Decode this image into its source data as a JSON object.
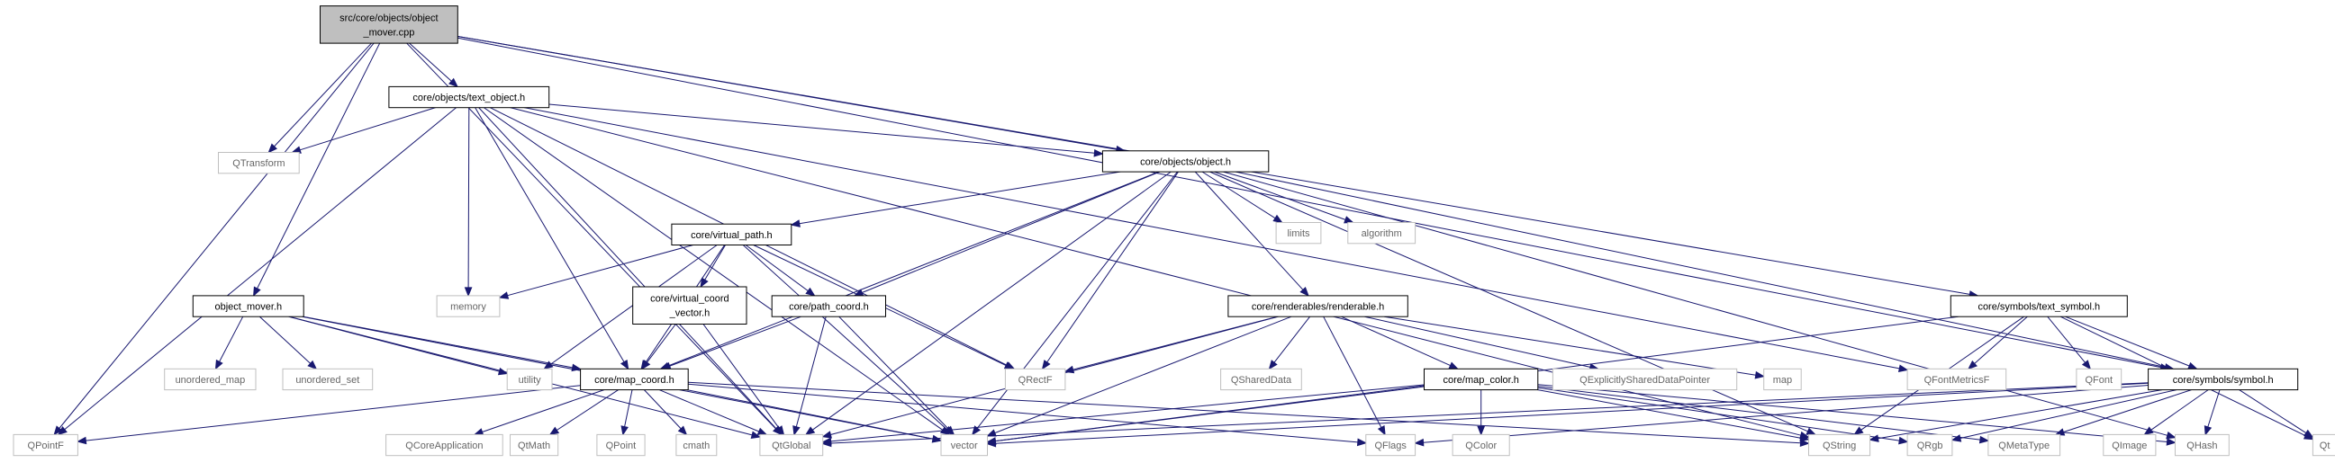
{
  "nodes": [
    {
      "id": "main",
      "lines": [
        "src/core/objects/object",
        "_mover.cpp"
      ],
      "kind": "main"
    },
    {
      "id": "text_object",
      "lines": [
        "core/objects/text_object.h"
      ],
      "kind": "internal"
    },
    {
      "id": "qtransform",
      "lines": [
        "QTransform"
      ],
      "kind": "external"
    },
    {
      "id": "object_h",
      "lines": [
        "core/objects/object.h"
      ],
      "kind": "internal"
    },
    {
      "id": "virtual_path",
      "lines": [
        "core/virtual_path.h"
      ],
      "kind": "internal"
    },
    {
      "id": "limits",
      "lines": [
        "limits"
      ],
      "kind": "external"
    },
    {
      "id": "algorithm",
      "lines": [
        "algorithm"
      ],
      "kind": "external"
    },
    {
      "id": "memory",
      "lines": [
        "memory"
      ],
      "kind": "external"
    },
    {
      "id": "virtual_coord",
      "lines": [
        "core/virtual_coord",
        "_vector.h"
      ],
      "kind": "internal"
    },
    {
      "id": "path_coord",
      "lines": [
        "core/path_coord.h"
      ],
      "kind": "internal"
    },
    {
      "id": "renderable",
      "lines": [
        "core/renderables/renderable.h"
      ],
      "kind": "internal"
    },
    {
      "id": "text_symbol",
      "lines": [
        "core/symbols/text_symbol.h"
      ],
      "kind": "internal"
    },
    {
      "id": "object_mover",
      "lines": [
        "object_mover.h"
      ],
      "kind": "internal"
    },
    {
      "id": "unordered_map",
      "lines": [
        "unordered_map"
      ],
      "kind": "external"
    },
    {
      "id": "unordered_set",
      "lines": [
        "unordered_set"
      ],
      "kind": "external"
    },
    {
      "id": "utility",
      "lines": [
        "utility"
      ],
      "kind": "external"
    },
    {
      "id": "map_coord",
      "lines": [
        "core/map_coord.h"
      ],
      "kind": "internal"
    },
    {
      "id": "qrectf",
      "lines": [
        "QRectF"
      ],
      "kind": "external"
    },
    {
      "id": "qshareddata",
      "lines": [
        "QSharedData"
      ],
      "kind": "external"
    },
    {
      "id": "map_color",
      "lines": [
        "core/map_color.h"
      ],
      "kind": "internal"
    },
    {
      "id": "qexplicit",
      "lines": [
        "QExplicitlySharedDataPointer"
      ],
      "kind": "external"
    },
    {
      "id": "map",
      "lines": [
        "map"
      ],
      "kind": "external"
    },
    {
      "id": "qfontmetricsf",
      "lines": [
        "QFontMetricsF"
      ],
      "kind": "external"
    },
    {
      "id": "qfont",
      "lines": [
        "QFont"
      ],
      "kind": "external"
    },
    {
      "id": "symbol_h",
      "lines": [
        "core/symbols/symbol.h"
      ],
      "kind": "internal"
    },
    {
      "id": "qt",
      "lines": [
        "Qt"
      ],
      "kind": "external"
    },
    {
      "id": "qpointf",
      "lines": [
        "QPointF"
      ],
      "kind": "external"
    },
    {
      "id": "qcoreapp",
      "lines": [
        "QCoreApplication"
      ],
      "kind": "external"
    },
    {
      "id": "qtmath",
      "lines": [
        "QtMath"
      ],
      "kind": "external"
    },
    {
      "id": "qpoint",
      "lines": [
        "QPoint"
      ],
      "kind": "external"
    },
    {
      "id": "cmath",
      "lines": [
        "cmath"
      ],
      "kind": "external"
    },
    {
      "id": "qtglobal",
      "lines": [
        "QtGlobal"
      ],
      "kind": "external"
    },
    {
      "id": "vector",
      "lines": [
        "vector"
      ],
      "kind": "external"
    },
    {
      "id": "qflags",
      "lines": [
        "QFlags"
      ],
      "kind": "external"
    },
    {
      "id": "qcolor",
      "lines": [
        "QColor"
      ],
      "kind": "external"
    },
    {
      "id": "qstring",
      "lines": [
        "QString"
      ],
      "kind": "external"
    },
    {
      "id": "qrgb",
      "lines": [
        "QRgb"
      ],
      "kind": "external"
    },
    {
      "id": "qmetatype",
      "lines": [
        "QMetaType"
      ],
      "kind": "external"
    },
    {
      "id": "qimage",
      "lines": [
        "QImage"
      ],
      "kind": "external"
    },
    {
      "id": "qhash",
      "lines": [
        "QHash"
      ],
      "kind": "external"
    }
  ],
  "edges": [
    [
      "main",
      "text_object"
    ],
    [
      "main",
      "qtransform"
    ],
    [
      "main",
      "object_h"
    ],
    [
      "main",
      "object_mover"
    ],
    [
      "main",
      "text_symbol"
    ],
    [
      "main",
      "symbol_h"
    ],
    [
      "main",
      "qpointf"
    ],
    [
      "main",
      "qtglobal"
    ],
    [
      "text_object",
      "qtransform"
    ],
    [
      "text_object",
      "object_h"
    ],
    [
      "text_object",
      "memory"
    ],
    [
      "text_object",
      "map_coord"
    ],
    [
      "text_object",
      "qrectf"
    ],
    [
      "text_object",
      "qfontmetricsf"
    ],
    [
      "text_object",
      "qpointf"
    ],
    [
      "text_object",
      "qtglobal"
    ],
    [
      "text_object",
      "vector"
    ],
    [
      "text_object",
      "qstring"
    ],
    [
      "object_h",
      "virtual_path"
    ],
    [
      "object_h",
      "limits"
    ],
    [
      "object_h",
      "algorithm"
    ],
    [
      "object_h",
      "path_coord"
    ],
    [
      "object_h",
      "renderable"
    ],
    [
      "object_h",
      "map_coord"
    ],
    [
      "object_h",
      "qrectf"
    ],
    [
      "object_h",
      "symbol_h"
    ],
    [
      "object_h",
      "qtglobal"
    ],
    [
      "object_h",
      "vector"
    ],
    [
      "object_h",
      "qstring"
    ],
    [
      "object_h",
      "qhash"
    ],
    [
      "virtual_path",
      "memory"
    ],
    [
      "virtual_path",
      "virtual_coord"
    ],
    [
      "virtual_path",
      "path_coord"
    ],
    [
      "virtual_path",
      "utility"
    ],
    [
      "virtual_path",
      "map_coord"
    ],
    [
      "virtual_path",
      "qrectf"
    ],
    [
      "virtual_path",
      "vector"
    ],
    [
      "virtual_coord",
      "map_coord"
    ],
    [
      "virtual_coord",
      "qtglobal"
    ],
    [
      "path_coord",
      "map_coord"
    ],
    [
      "path_coord",
      "qtglobal"
    ],
    [
      "path_coord",
      "vector"
    ],
    [
      "renderable",
      "qrectf"
    ],
    [
      "renderable",
      "qshareddata"
    ],
    [
      "renderable",
      "map_color"
    ],
    [
      "renderable",
      "qexplicit"
    ],
    [
      "renderable",
      "map"
    ],
    [
      "renderable",
      "qflags"
    ],
    [
      "renderable",
      "qtglobal"
    ],
    [
      "renderable",
      "vector"
    ],
    [
      "text_symbol",
      "qfontmetricsf"
    ],
    [
      "text_symbol",
      "qfont"
    ],
    [
      "text_symbol",
      "symbol_h"
    ],
    [
      "text_symbol",
      "qstring"
    ],
    [
      "text_symbol",
      "vector"
    ],
    [
      "text_symbol",
      "qt"
    ],
    [
      "object_mover",
      "unordered_map"
    ],
    [
      "object_mover",
      "unordered_set"
    ],
    [
      "object_mover",
      "utility"
    ],
    [
      "object_mover",
      "map_coord"
    ],
    [
      "object_mover",
      "qtglobal"
    ],
    [
      "object_mover",
      "vector"
    ],
    [
      "map_coord",
      "qpointf"
    ],
    [
      "map_coord",
      "qcoreapp"
    ],
    [
      "map_coord",
      "qtmath"
    ],
    [
      "map_coord",
      "qpoint"
    ],
    [
      "map_coord",
      "cmath"
    ],
    [
      "map_coord",
      "qtglobal"
    ],
    [
      "map_coord",
      "vector"
    ],
    [
      "map_coord",
      "qflags"
    ],
    [
      "map_coord",
      "qstring"
    ],
    [
      "map_color",
      "qcolor"
    ],
    [
      "map_color",
      "qstring"
    ],
    [
      "map_color",
      "qrgb"
    ],
    [
      "map_color",
      "qmetatype"
    ],
    [
      "map_color",
      "qhash"
    ],
    [
      "map_color",
      "qtglobal"
    ],
    [
      "map_color",
      "vector"
    ],
    [
      "symbol_h",
      "qrgb"
    ],
    [
      "symbol_h",
      "qimage"
    ],
    [
      "symbol_h",
      "qhash"
    ],
    [
      "symbol_h",
      "qmetatype"
    ],
    [
      "symbol_h",
      "qstring"
    ],
    [
      "symbol_h",
      "qflags"
    ],
    [
      "symbol_h",
      "qt"
    ],
    [
      "symbol_h",
      "qtglobal"
    ],
    [
      "symbol_h",
      "vector"
    ]
  ]
}
